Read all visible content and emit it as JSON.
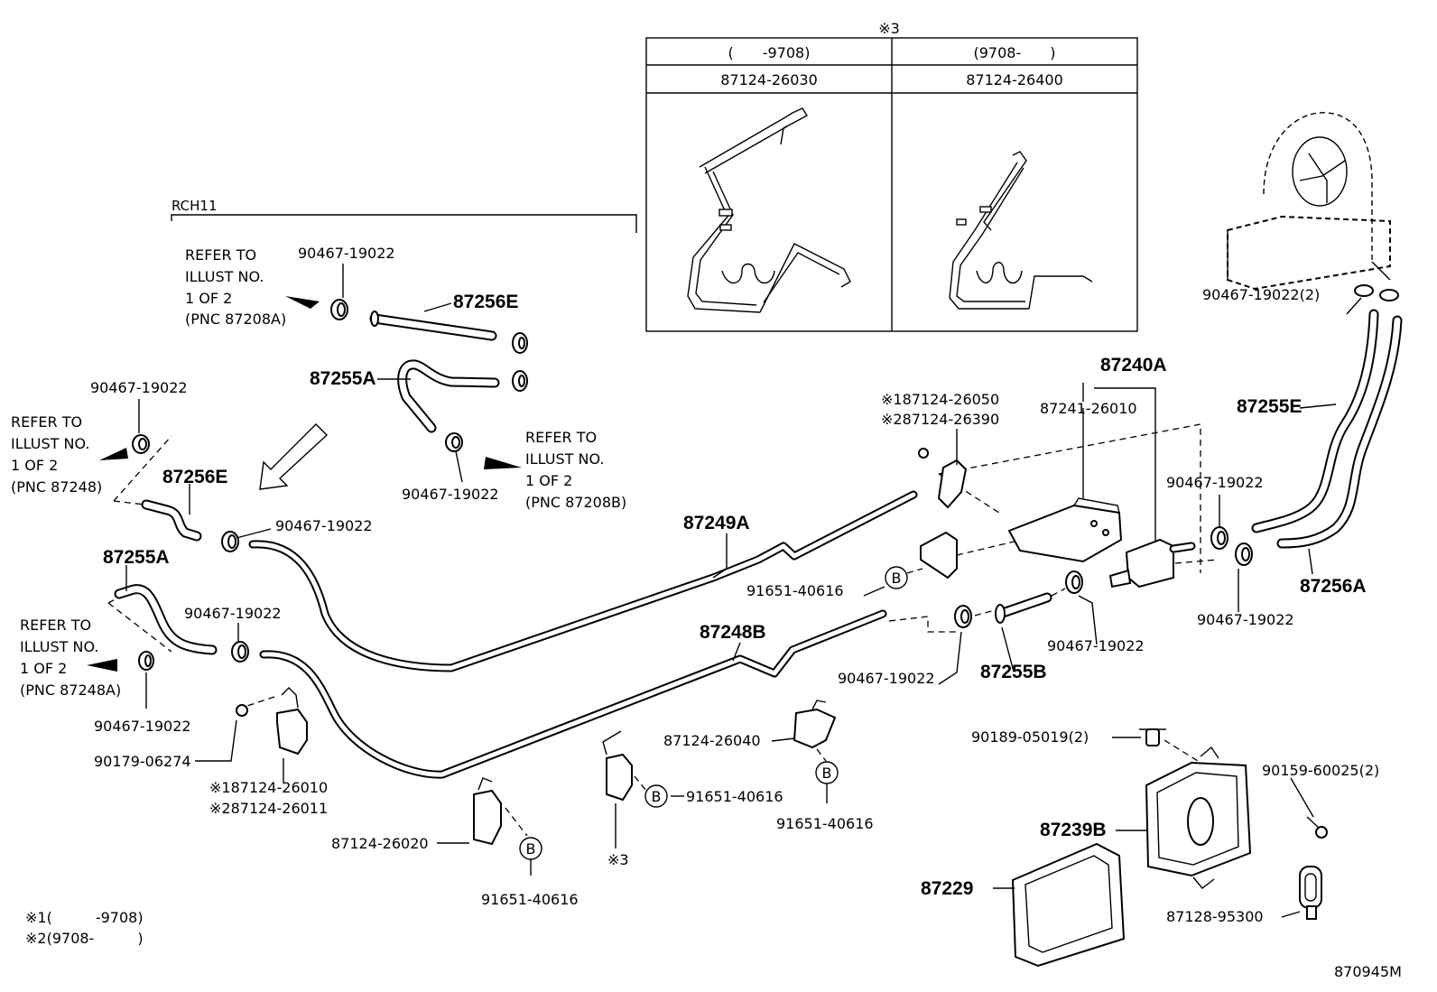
{
  "header": {
    "group_label": "RCH11",
    "table_note": "※3"
  },
  "table": {
    "col1_range": "(　　-9708)",
    "col2_range": "(9708-　　)",
    "col1_part": "87124-26030",
    "col2_part": "87124-26400"
  },
  "refer": {
    "r1": [
      "REFER TO",
      "ILLUST NO.",
      "1 OF 2",
      "(PNC 87208A)"
    ],
    "r2": [
      "REFER TO",
      "ILLUST NO.",
      "1 OF 2",
      "(PNC 87248)"
    ],
    "r3": [
      "REFER TO",
      "ILLUST NO.",
      "1 OF 2",
      "(PNC 87208B)"
    ],
    "r4": [
      "REFER TO",
      "ILLUST NO.",
      "1 OF 2",
      "(PNC 87248A)"
    ]
  },
  "labels": {
    "clamp_a": "90467-19022",
    "hose_87256E_a": "87256E",
    "hose_87255A_a": "87255A",
    "clamp_b": "90467-19022",
    "clamp_c": "90467-19022",
    "hose_87256E_b": "87256E",
    "clamp_d": "90467-19022",
    "hose_87255A_b": "87255A",
    "clamp_e": "90467-19022",
    "clamp_f": "90467-19022",
    "plug": "90179-06274",
    "note_bracket_1": "※187124-26010",
    "note_bracket_2": "※287124-26011",
    "bracket_87124_26020": "87124-26020",
    "bolt_91651_a": "91651-40616",
    "note3_bottom": "※3",
    "bolt_91651_b": "91651-40616",
    "bracket_87124_26040": "87124-26040",
    "bolt_91651_c": "91651-40616",
    "pipe_87249A": "87249A",
    "pipe_87248B": "87248B",
    "bolt_91651_d": "91651-40616",
    "clamp_g": "90467-19022",
    "hose_87255B": "87255B",
    "clamp_h": "90467-19022",
    "note_clip_1": "※187124-26050",
    "note_clip_2": "※287124-26390",
    "valve_87241": "87241-26010",
    "valve_87240A": "87240A",
    "clamp_i": "90467-19022",
    "clamp_j": "90467-19022",
    "clamp_k": "90467-19022(2)",
    "hose_87255E": "87255E",
    "hose_87256A": "87256A",
    "screw_90189": "90189-05019(2)",
    "screw_90159": "90159-60025(2)",
    "cover_87239B": "87239B",
    "gasket_87229": "87229",
    "grommet_87128": "87128-95300",
    "b_mark": "B"
  },
  "footnotes": {
    "n1": "※1(　　　-9708)",
    "n2": "※2(9708-　　　)"
  },
  "figure_id": "870945M"
}
